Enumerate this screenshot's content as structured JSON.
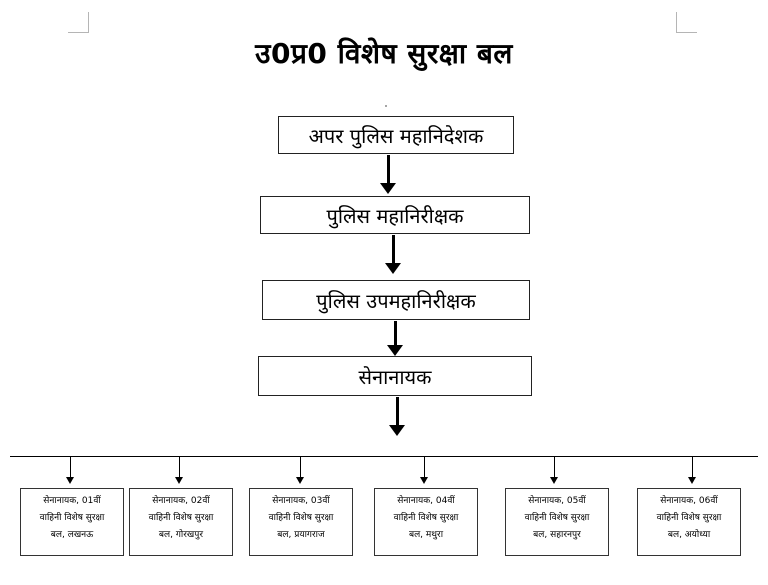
{
  "title": "उ0प्र0 विशेष सुरक्षा बल",
  "levels": [
    {
      "label": "अपर पुलिस महानिदेशक"
    },
    {
      "label": "पुलिस महानिरीक्षक"
    },
    {
      "label": "पुलिस उपमहानिरीक्षक"
    },
    {
      "label": "सेनानायक"
    }
  ],
  "units": [
    {
      "line1": "सेनानायक, 01वीं",
      "line2": "वाहिनी विशेष सुरक्षा",
      "line3": "बल, लखनऊ"
    },
    {
      "line1": "सेनानायक, 02वीं",
      "line2": "वाहिनी विशेष सुरक्षा",
      "line3": "बल, गोरखपुर"
    },
    {
      "line1": "सेनानायक, 03वीं",
      "line2": "वाहिनी विशेष सुरक्षा",
      "line3": "बल, प्रयागराज"
    },
    {
      "line1": "सेनानायक, 04वीं",
      "line2": "वाहिनी विशेष सुरक्षा",
      "line3": "बल, मथुरा"
    },
    {
      "line1": "सेनानायक, 05वीं",
      "line2": "वाहिनी विशेष सुरक्षा",
      "line3": "बल, सहारनपुर"
    },
    {
      "line1": "सेनानायक, 06वीं",
      "line2": "वाहिनी विशेष सुरक्षा",
      "line3": "बल, अयोध्या"
    }
  ]
}
